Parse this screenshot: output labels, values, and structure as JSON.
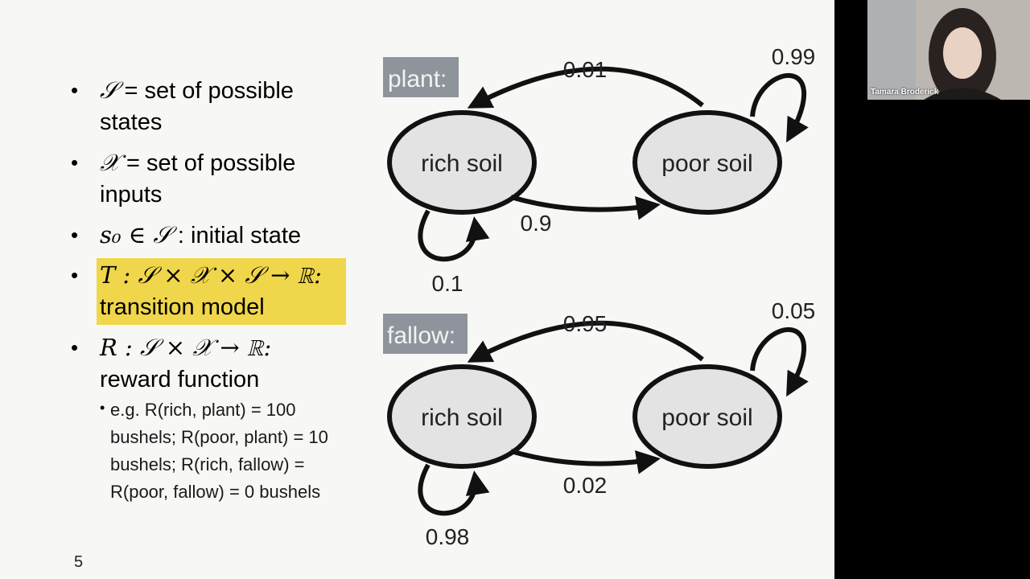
{
  "bullets": [
    {
      "symbol": "𝒮",
      "text": " = set of possible",
      "line2": "states"
    },
    {
      "symbol": "𝒳",
      "text": " = set of possible",
      "line2": "inputs"
    },
    {
      "symbol": "s₀ ∈ 𝒮",
      "text": " : initial state"
    },
    {
      "symbol": "T : 𝒮 × 𝒳 × 𝒮 → ℝ:",
      "line2": "transition model"
    },
    {
      "symbol": "R : 𝒮 × 𝒳 → ℝ:",
      "line2": "reward function"
    }
  ],
  "sub_bullet": {
    "lines": [
      "e.g. R(rich, plant) = 100",
      "bushels; R(poor, plant) = 10",
      "bushels; R(rich, fallow) =",
      "R(poor, fallow) = 0 bushels"
    ]
  },
  "diagrams": {
    "plant": {
      "label": "plant:",
      "rich": "rich soil",
      "poor": "poor soil",
      "p_poor_to_rich": "0.01",
      "p_poor_self": "0.99",
      "p_rich_to_poor": "0.9",
      "p_rich_self": "0.1"
    },
    "fallow": {
      "label": "fallow:",
      "rich": "rich soil",
      "poor": "poor soil",
      "p_poor_to_rich": "0.95",
      "p_poor_self": "0.05",
      "p_rich_to_poor": "0.02",
      "p_rich_self": "0.98"
    }
  },
  "page_number": "5",
  "webcam": {
    "name": "Tamara Broderick"
  },
  "colors": {
    "highlight": "#f0d64a",
    "state_fill": "#e3e3e3",
    "label_box": "#8f939b"
  }
}
